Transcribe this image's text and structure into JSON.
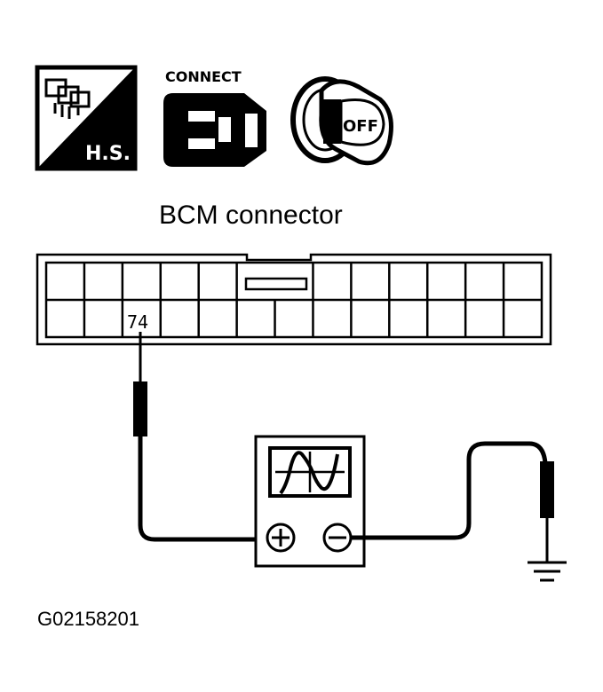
{
  "icons": {
    "harness_label": "H.S.",
    "connect_label": "CONNECT",
    "ignition_label": "OFF"
  },
  "connector": {
    "title": "BCM connector",
    "pin_label": "74"
  },
  "figure_code": "G02158201"
}
